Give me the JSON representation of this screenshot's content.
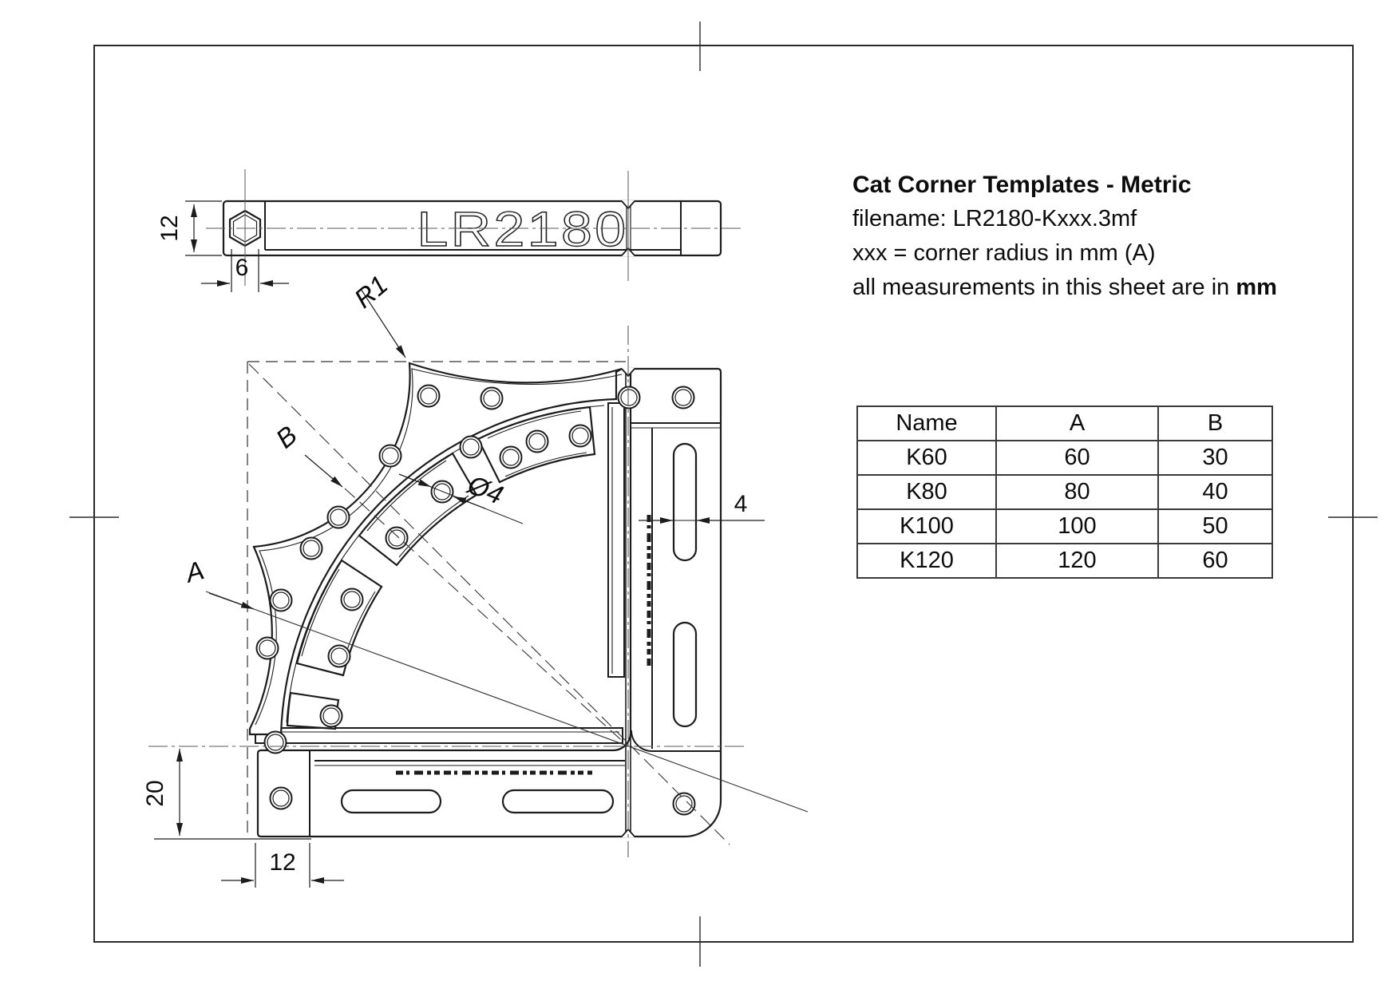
{
  "notes": {
    "title": "Cat Corner Templates - Metric",
    "line1": "filename: LR2180-Kxxx.3mf",
    "line2": "xxx = corner radius in mm (A)",
    "line3_prefix": "all measurements in this sheet are in ",
    "line3_bold": "mm"
  },
  "table": {
    "headers": [
      "Name",
      "A",
      "B"
    ],
    "rows": [
      [
        "K60",
        "60",
        "30"
      ],
      [
        "K80",
        "80",
        "40"
      ],
      [
        "K100",
        "100",
        "50"
      ],
      [
        "K120",
        "120",
        "60"
      ]
    ]
  },
  "top_view": {
    "engraving": "LR2180",
    "dim_height": "12",
    "dim_hex": "6"
  },
  "main_view": {
    "dim_corner_radius": "R1",
    "dim_b_radius": "B",
    "dim_a_radius": "A",
    "dim_hole_dia": "Ø4",
    "dim_slot_width": "4",
    "dim_bottom_offset": "20",
    "dim_column_width": "12"
  }
}
